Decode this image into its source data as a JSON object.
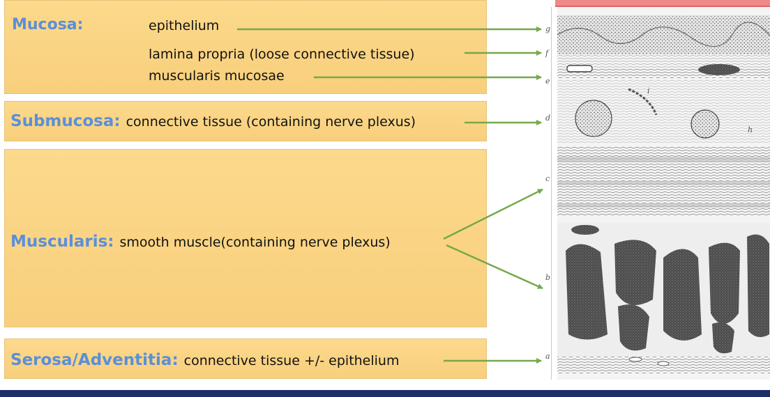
{
  "layers": {
    "mucosa": {
      "title": "Mucosa:",
      "items": [
        "epithelium",
        "lamina propria (loose connective tissue)",
        "muscularis mucosae"
      ]
    },
    "submucosa": {
      "title": "Submucosa:",
      "desc": "connective tissue (containing nerve plexus)"
    },
    "muscularis": {
      "title": "Muscularis",
      "colon": ":",
      "desc": "smooth muscle(containing nerve plexus)"
    },
    "serosa": {
      "title": "Serosa/Adventitia",
      "colon": ":",
      "desc": "connective tissue +/- epithelium"
    }
  },
  "figure_letters": [
    "g",
    "f",
    "e",
    "d",
    "i",
    "h",
    "c",
    "b",
    "a"
  ],
  "colors": {
    "box_fill": "#f8cf7c",
    "title_blue": "#5b8fd8",
    "arrow_green": "#76a84a",
    "top_band": "#f08a8a",
    "footer_bar": "#1c2f66"
  }
}
